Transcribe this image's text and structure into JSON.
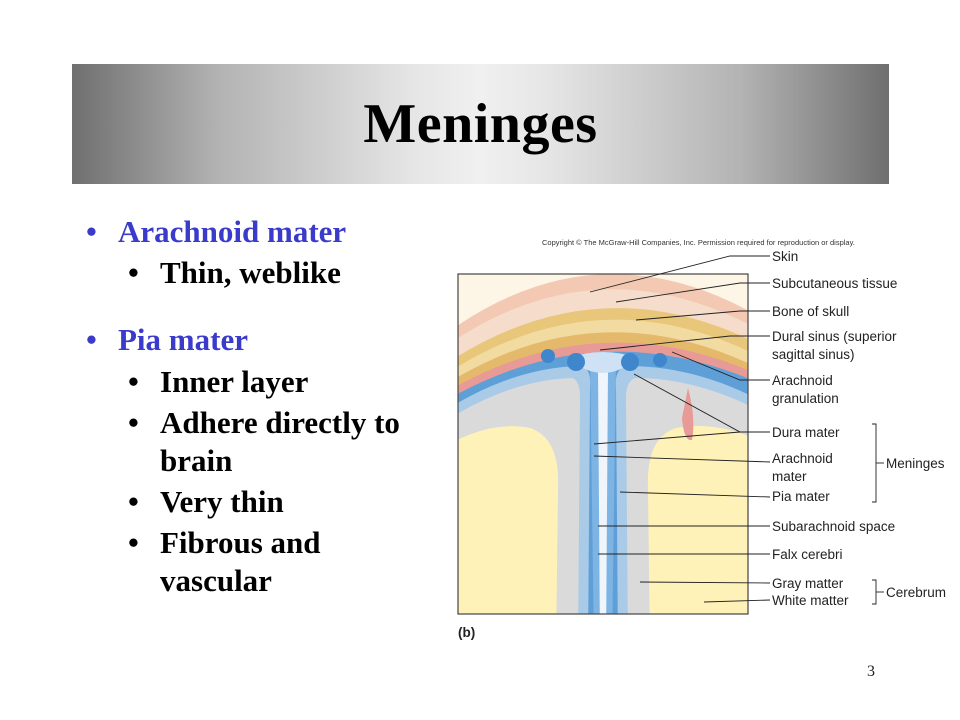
{
  "slide": {
    "title": "Meninges",
    "page_number": "3"
  },
  "bullets": [
    {
      "label": "Arachnoid mater",
      "sub": [
        "Thin, weblike"
      ]
    },
    {
      "label": "Pia mater",
      "sub": [
        "Inner layer",
        "Adhere directly to",
        "brain",
        "Very thin",
        "Fibrous and",
        "vascular"
      ]
    }
  ],
  "figure": {
    "copyright": "Copyright © The McGraw-Hill Companies, Inc. Permission required for reproduction or display.",
    "panel_label": "(b)",
    "labels": {
      "skin": "Skin",
      "subcutaneous": "Subcutaneous tissue",
      "bone": "Bone of skull",
      "dural_sinus_1": "Dural sinus (superior",
      "dural_sinus_2": "sagittal sinus)",
      "arachnoid_gran_1": "Arachnoid",
      "arachnoid_gran_2": "granulation",
      "dura": "Dura mater",
      "arachnoid_1": "Arachnoid",
      "arachnoid_2": "mater",
      "pia": "Pia mater",
      "subarachnoid": "Subarachnoid space",
      "falx": "Falx cerebri",
      "gray": "Gray matter",
      "white": "White matter",
      "meninges": "Meninges",
      "cerebrum": "Cerebrum"
    }
  }
}
